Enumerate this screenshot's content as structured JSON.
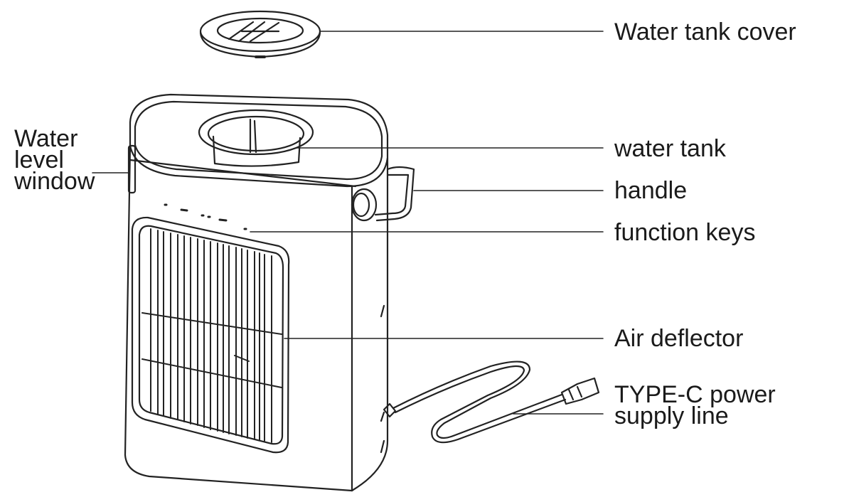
{
  "labels": {
    "water_tank_cover": "Water tank cover",
    "water_level_window": [
      "Water",
      "level",
      "window"
    ],
    "water_tank": "water tank",
    "handle": "handle",
    "function_keys": "function keys",
    "air_deflector": "Air deflector",
    "power_line": [
      "TYPE-C power",
      "supply line"
    ]
  },
  "colors": {
    "line": "#222222",
    "text": "#1a1a1a",
    "background": "#ffffff"
  }
}
